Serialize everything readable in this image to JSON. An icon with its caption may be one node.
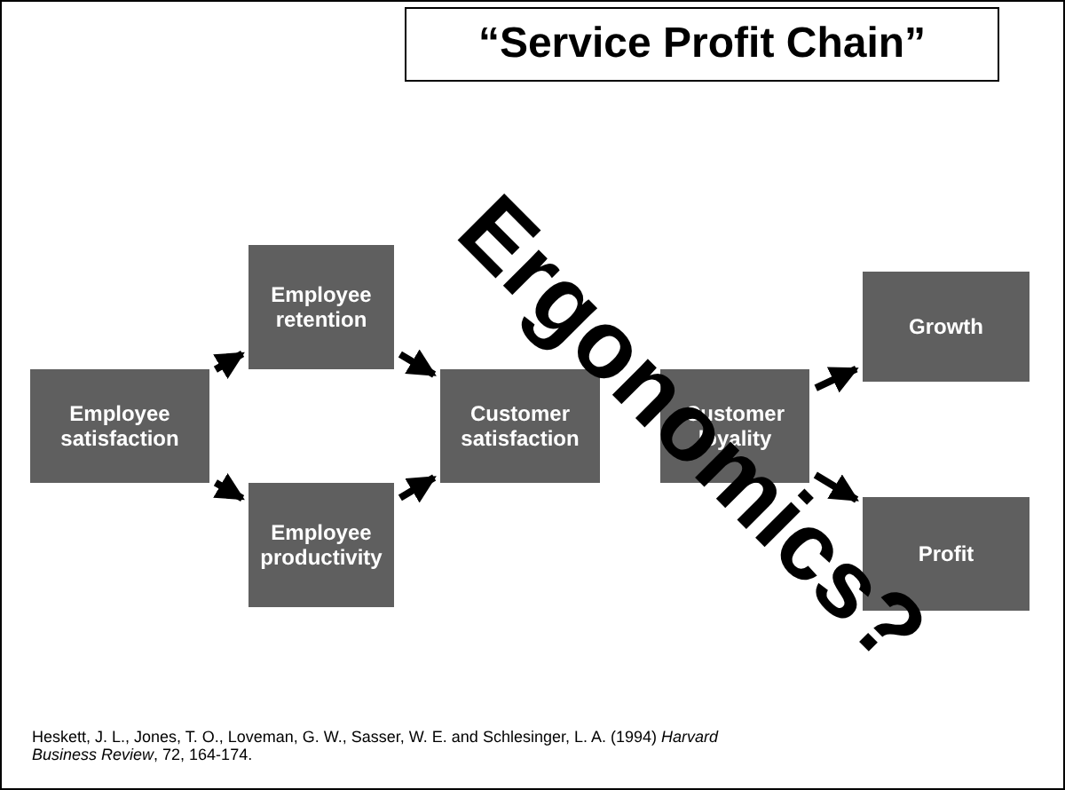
{
  "diagram": {
    "title": "“Service Profit Chain”",
    "nodes": [
      {
        "text": [
          "Employee satisfaction"
        ]
      },
      {
        "text": [
          "Employee retention"
        ]
      },
      {
        "text": [
          "Employee productivity"
        ]
      },
      {
        "text": [
          "Customer satisfaction"
        ]
      },
      {
        "text": [
          "Customer loyality"
        ]
      },
      {
        "text": [
          "Growth"
        ]
      },
      {
        "text": [
          "Profit"
        ]
      }
    ],
    "edges": [
      {
        "from": 0,
        "to": 1,
        "arrow": "to"
      },
      {
        "from": 0,
        "to": 2,
        "arrow": "to"
      },
      {
        "from": 1,
        "to": 3,
        "arrow": "to"
      },
      {
        "from": 2,
        "to": 3,
        "arrow": "to"
      },
      {
        "from": 4,
        "to": 5,
        "arrow": "to"
      },
      {
        "from": 4,
        "to": 6,
        "arrow": "to"
      }
    ],
    "labels": [
      "Ergonomics?",
      "Heskett, J. L., Jones, T. O., Loveman, G. W., Sasser, W. E. and Schlesinger, L. A. (1994) *Harvard Business Review*, 72, 164-174."
    ]
  }
}
